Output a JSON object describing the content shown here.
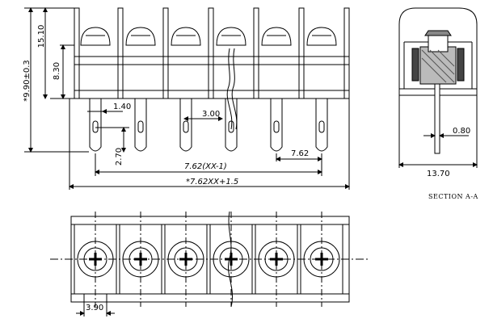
{
  "front_view": {
    "dims": {
      "overall_height": "*9.90±0.3",
      "body_height": "15.10",
      "upper_height": "8.30",
      "pin_width": "1.40",
      "pin_spacing_label": "3.00",
      "pin_length": "2.70",
      "pitch_span": "7.62(XX-1)",
      "pitch": "7.62",
      "total_length": "*7.62XX+1.5"
    }
  },
  "section_view": {
    "dims": {
      "pin_thickness": "0.80",
      "depth": "13.70"
    },
    "caption": "SECTION A-A"
  },
  "top_view": {
    "dims": {
      "screw_offset": "3.90"
    }
  }
}
